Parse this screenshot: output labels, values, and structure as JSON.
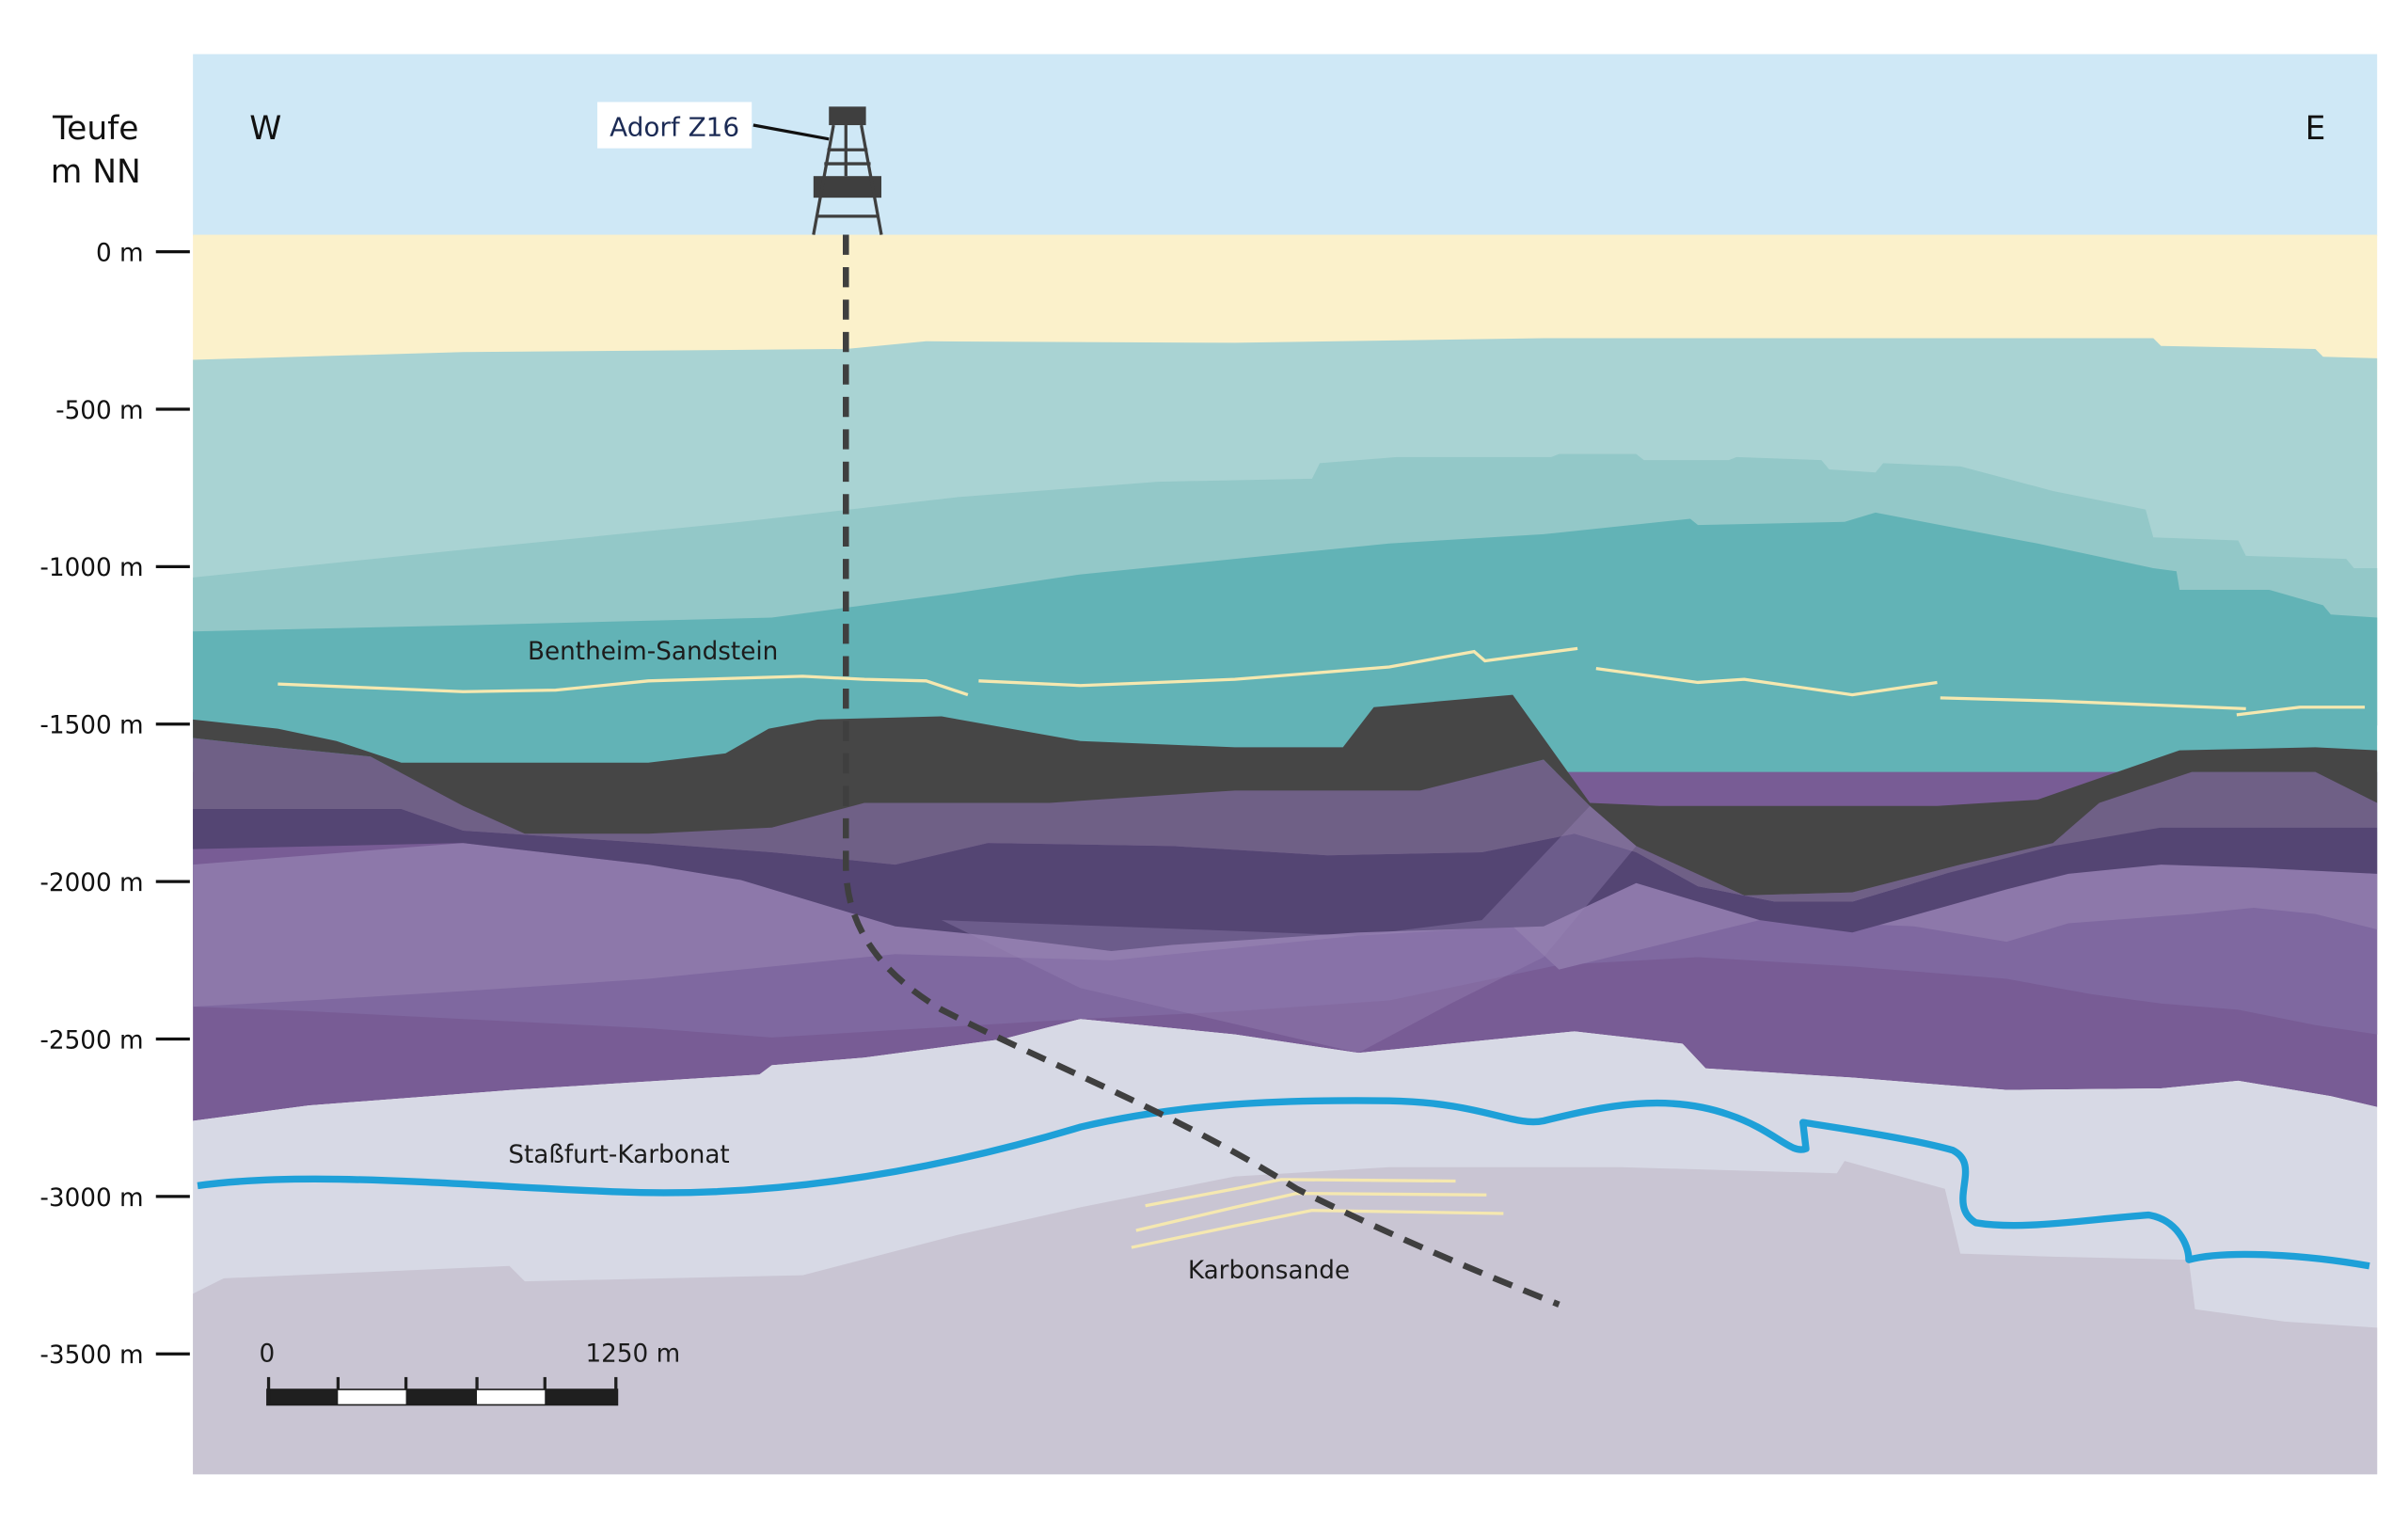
{
  "axis": {
    "title_line1": "Teufe",
    "title_line2": "m NN",
    "ticks": [
      {
        "label": "0 m",
        "depth": 0
      },
      {
        "label": "-500 m",
        "depth": -500
      },
      {
        "label": "-1000 m",
        "depth": -1000
      },
      {
        "label": "-1500 m",
        "depth": -1500
      },
      {
        "label": "-2000 m",
        "depth": -2000
      },
      {
        "label": "-2500 m",
        "depth": -2500
      },
      {
        "label": "-3000 m",
        "depth": -3000
      },
      {
        "label": "-3500 m",
        "depth": -3500
      }
    ]
  },
  "directions": {
    "west": "W",
    "east": "E"
  },
  "well": {
    "name": "Adorf Z16"
  },
  "labels": {
    "bentheim": "Bentheim-Sandstein",
    "stassfurt": "Staßfurt-Karbonat",
    "karbon": "Karbonsande"
  },
  "scale_bar": {
    "start_label": "0",
    "end_label": "1250 m"
  },
  "colors": {
    "sky": "#cfe8f6",
    "quaternary": "#fbf1cb",
    "layer_light_teal": "#a9d3d3",
    "layer_mid_teal": "#93c8c8",
    "layer_teal": "#62b3b6",
    "dark_layer": "#464646",
    "purple_gray": "#6f6086",
    "dark_purple": "#544573",
    "light_purple": "#8d78aa",
    "mid_purple": "#7f68a0",
    "purple": "#785c95",
    "zechstein": "#d7d9e5",
    "carboniferous": "#c9c5d3",
    "stassfurt_line": "#1ea0d8",
    "sand_lines": "#f5e8b0"
  }
}
